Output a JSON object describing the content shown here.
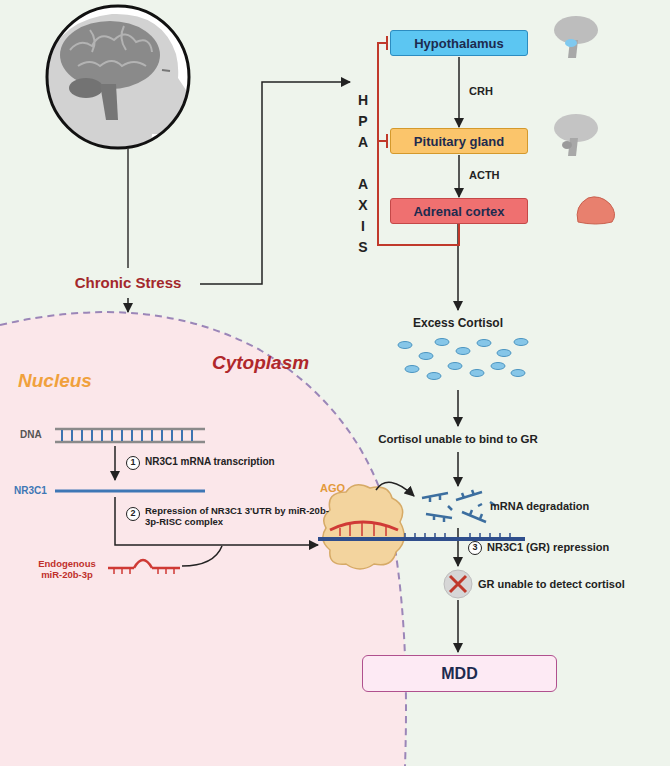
{
  "diagram": {
    "nodes": [
      {
        "text": [
          "Hypothalamus"
        ]
      },
      {
        "text": [
          "Pituitary gland"
        ]
      },
      {
        "text": [
          "Adrenal cortex"
        ]
      },
      {
        "text": [
          "Nucleus"
        ]
      },
      {
        "text": [
          "MDD"
        ]
      }
    ],
    "edges": [
      {
        "from": 0,
        "to": 1,
        "label": "CRH",
        "arrow": "to"
      },
      {
        "from": 1,
        "to": 2,
        "label": "ACTH",
        "arrow": "to"
      },
      {
        "from": 2,
        "to": 0,
        "arrow": "to"
      },
      {
        "from": 2,
        "to": 1,
        "arrow": "to"
      }
    ],
    "labels": [
      "Chronic Stress",
      "HPA AXIS",
      "Excess Cortisol",
      "Cytoplasm",
      "Cortisol unable to bind to GR",
      "DNA",
      "1",
      "NR3C1 mRNA transcription",
      "NR3C1",
      "2",
      "Repression of NR3C1 3'UTR by miR-20b-3p-RISC complex",
      "Endogenous miR-20b-3p",
      "AGO",
      "mRNA degradation",
      "3",
      "NR3C1 (GR) repression",
      "GR unable to detect cortisol"
    ]
  }
}
